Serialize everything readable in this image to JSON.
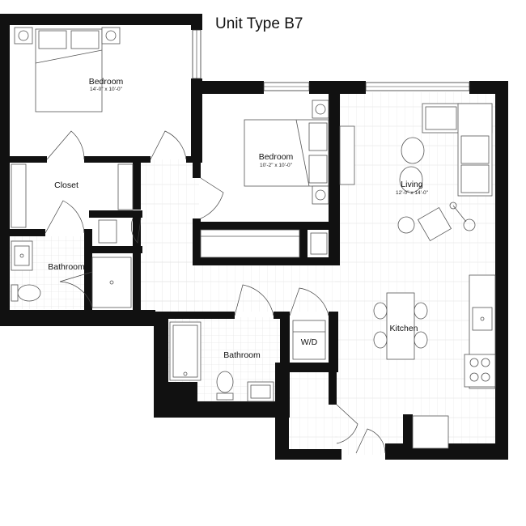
{
  "plan": {
    "title": "Unit Type B7",
    "rooms": [
      {
        "id": "bedroom-1",
        "label": "Bedroom",
        "dimensions": "14'-0\" x 10'-0\""
      },
      {
        "id": "bedroom-2",
        "label": "Bedroom",
        "dimensions": "10'-2\" x 10'-0\""
      },
      {
        "id": "living",
        "label": "Living",
        "dimensions": "12'-0\" x 14'-0\""
      },
      {
        "id": "closet",
        "label": "Closet",
        "dimensions": ""
      },
      {
        "id": "bathroom-1",
        "label": "Bathroom",
        "dimensions": ""
      },
      {
        "id": "bathroom-2",
        "label": "Bathroom",
        "dimensions": ""
      },
      {
        "id": "kitchen",
        "label": "Kitchen",
        "dimensions": ""
      },
      {
        "id": "laundry",
        "label": "W/D",
        "dimensions": ""
      }
    ]
  }
}
